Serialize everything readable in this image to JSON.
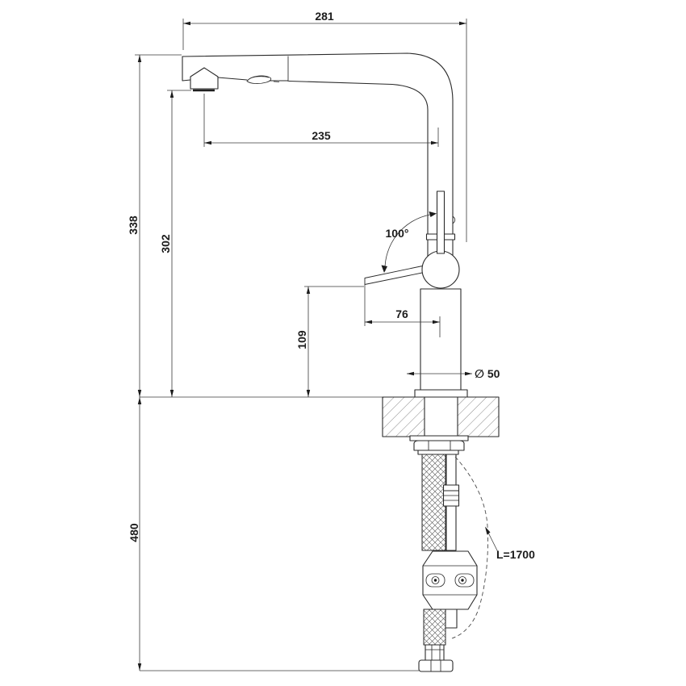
{
  "drawing": {
    "title": "pull-out kitchen mixer tap - dimensional side elevation",
    "background": "#ffffff",
    "line_color": "#2a2a2a",
    "dim": {
      "reach_overall": "281",
      "reach_to_spray_head": "235",
      "height_overall": "338",
      "height_spout_underside": "302",
      "height_handle_zone": "109",
      "handle_projection": "76",
      "handle_swing_angle": "100°",
      "body_diameter": "∅ 50",
      "below_deck_clearance": "480",
      "hose_length": "L=1700"
    }
  }
}
